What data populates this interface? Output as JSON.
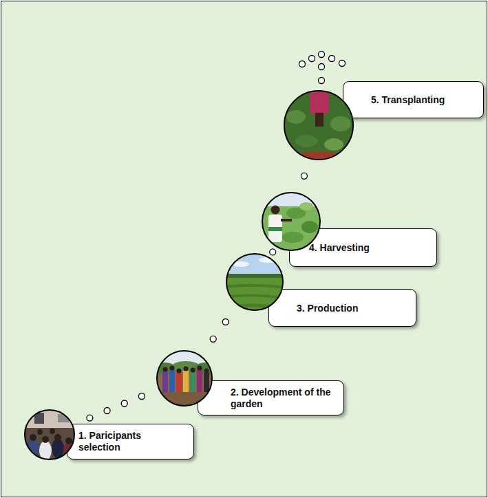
{
  "diagram": {
    "nodes": [
      {
        "text": [
          "1. Paricipants selection"
        ]
      },
      {
        "text": [
          "2. Development of the garden"
        ]
      },
      {
        "text": [
          "3. Production"
        ]
      },
      {
        "text": [
          "4. Harvesting"
        ]
      },
      {
        "text": [
          "5. Transplanting"
        ]
      }
    ],
    "edges": [
      {
        "from": 0,
        "to": 1,
        "arrow": "none"
      },
      {
        "from": 1,
        "to": 2,
        "arrow": "none"
      },
      {
        "from": 2,
        "to": 3,
        "arrow": "none"
      },
      {
        "from": 3,
        "to": 4,
        "arrow": "none"
      }
    ]
  }
}
